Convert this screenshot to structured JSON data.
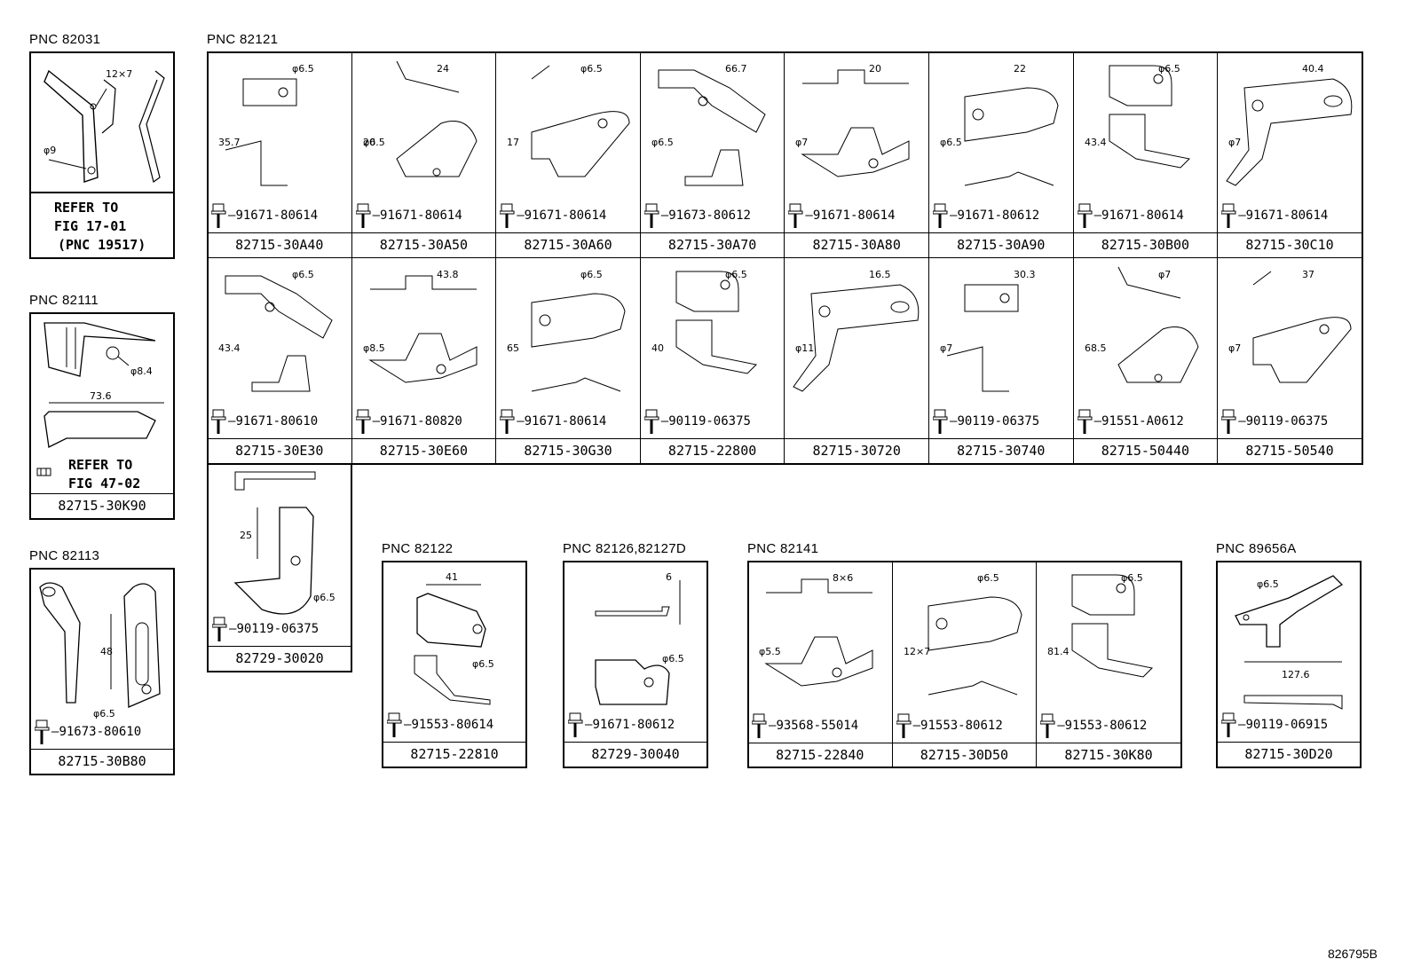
{
  "pnc_labels": {
    "p82031": "PNC 82031",
    "p82121": "PNC 82121",
    "p82111": "PNC 82111",
    "p82113": "PNC 82113",
    "p82122": "PNC 82122",
    "p82126": "PNC 82126,82127D",
    "p82141": "PNC 82141",
    "p89656": "PNC 89656A"
  },
  "left": {
    "p82031": {
      "dims": [
        "12×7",
        "φ9"
      ],
      "refer": [
        "REFER TO",
        "FIG 17-01",
        "(PNC 19517)"
      ]
    },
    "p82111": {
      "dims": [
        "φ8.4",
        "73.6"
      ],
      "refer": [
        "REFER TO",
        "FIG 47-02"
      ],
      "part": "82715-30K90"
    },
    "p82113": {
      "dims": [
        "48",
        "φ6.5"
      ],
      "bolt": "91673-80610",
      "part": "82715-30B80"
    }
  },
  "row1": [
    {
      "part": "82715-30A40",
      "bolt": "91671-80614",
      "dims": [
        "φ6.5",
        "35.7"
      ]
    },
    {
      "part": "82715-30A50",
      "bolt": "91671-80614",
      "dims": [
        "24",
        "20",
        "φ6.5"
      ]
    },
    {
      "part": "82715-30A60",
      "bolt": "91671-80614",
      "dims": [
        "φ6.5",
        "17"
      ]
    },
    {
      "part": "82715-30A70",
      "bolt": "91673-80612",
      "dims": [
        "66.7",
        "φ6.5"
      ]
    },
    {
      "part": "82715-30A80",
      "bolt": "91671-80614",
      "dims": [
        "20",
        "φ7"
      ]
    },
    {
      "part": "82715-30A90",
      "bolt": "91671-80612",
      "dims": [
        "22",
        "φ6.5"
      ]
    },
    {
      "part": "82715-30B00",
      "bolt": "91671-80614",
      "dims": [
        "φ6.5",
        "43.4"
      ]
    },
    {
      "part": "82715-30C10",
      "bolt": "91671-80614",
      "dims": [
        "40.4",
        "φ7"
      ]
    }
  ],
  "row2": [
    {
      "part": "82715-30E30",
      "bolt": "91671-80610",
      "dims": [
        "φ6.5",
        "43.4"
      ]
    },
    {
      "part": "82715-30E60",
      "bolt": "91671-80820",
      "dims": [
        "43.8",
        "φ8.5"
      ]
    },
    {
      "part": "82715-30G30",
      "bolt": "91671-80614",
      "dims": [
        "φ6.5",
        "65"
      ]
    },
    {
      "part": "82715-22800",
      "bolt": "90119-06375",
      "dims": [
        "φ6.5",
        "40"
      ]
    },
    {
      "part": "82715-30720",
      "bolt": "",
      "dims": [
        "16.5",
        "φ11"
      ]
    },
    {
      "part": "82715-30740",
      "bolt": "90119-06375",
      "dims": [
        "30.3",
        "φ7"
      ]
    },
    {
      "part": "82715-50440",
      "bolt": "91551-A0612",
      "dims": [
        "φ7",
        "68.5"
      ]
    },
    {
      "part": "82715-50540",
      "bolt": "90119-06375",
      "dims": [
        "37",
        "φ7"
      ]
    }
  ],
  "row3": {
    "part": "82729-30020",
    "bolt": "90119-06375",
    "dims": [
      "25",
      "φ6.5"
    ]
  },
  "p82122": {
    "part": "82715-22810",
    "bolt": "91553-80614",
    "dims": [
      "41",
      "φ6.5"
    ]
  },
  "p82126": {
    "part": "82729-30040",
    "bolt": "91671-80612",
    "dims": [
      "6",
      "φ6.5"
    ]
  },
  "p82141": [
    {
      "part": "82715-22840",
      "bolt": "93568-55014",
      "dims": [
        "8×6",
        "φ5.5"
      ]
    },
    {
      "part": "82715-30D50",
      "bolt": "91553-80612",
      "dims": [
        "φ6.5",
        "12×7"
      ]
    },
    {
      "part": "82715-30K80",
      "bolt": "91553-80612",
      "dims": [
        "φ6.5",
        "81.4"
      ]
    }
  ],
  "p89656": {
    "part": "82715-30D20",
    "bolt": "90119-06915",
    "dims": [
      "φ6.5",
      "127.6"
    ]
  },
  "ref_id": "826795B"
}
